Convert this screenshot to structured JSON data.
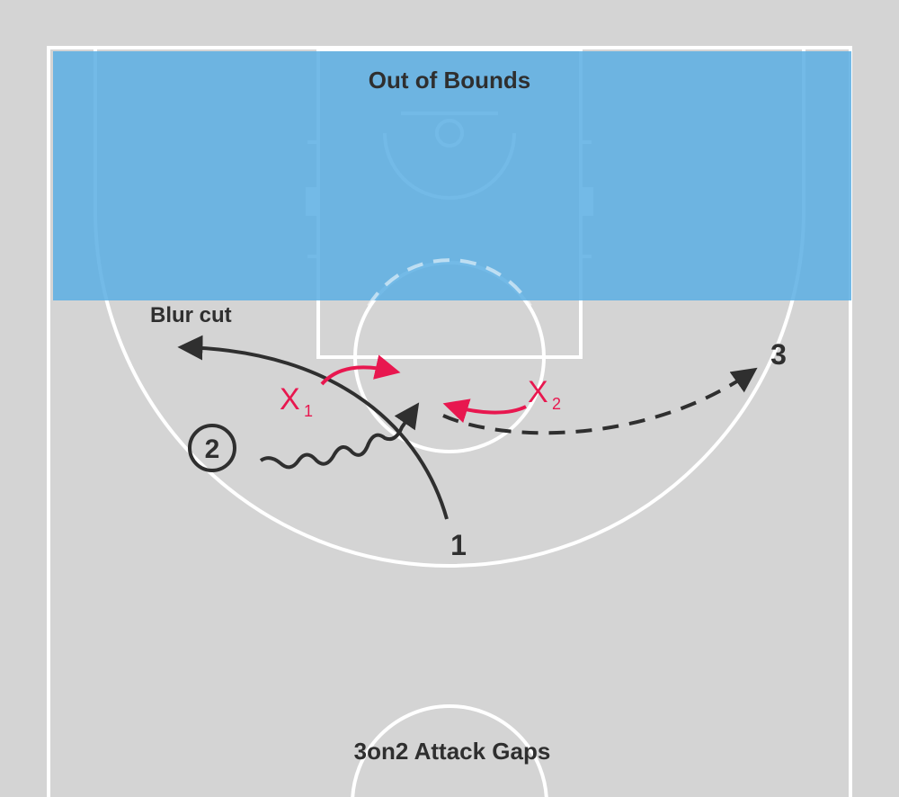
{
  "diagram": {
    "top_zone_label": "Out of Bounds",
    "cut_label": "Blur cut",
    "bottom_label": "3on2 Attack Gaps",
    "players": {
      "p1": "1",
      "p2": "2",
      "p3": "3"
    },
    "defenders": {
      "x1": {
        "letter": "X",
        "sub": "1"
      },
      "x2": {
        "letter": "X",
        "sub": "2"
      }
    },
    "colors": {
      "background": "#d4d4d4",
      "court_lines": "#ffffff",
      "out_of_bounds_zone": "#5aaee3",
      "offense": "#2f2f2f",
      "defense": "#e8174f"
    }
  }
}
